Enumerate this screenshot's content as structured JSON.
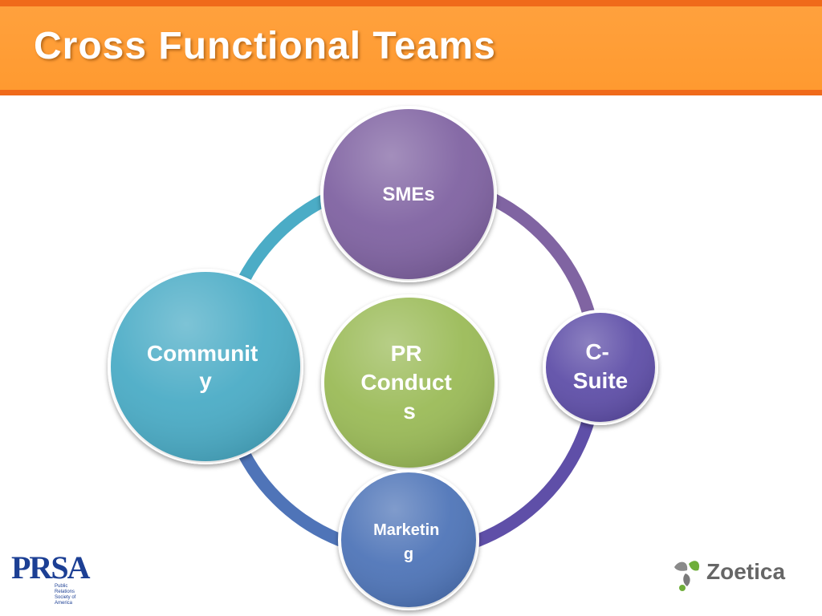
{
  "title": "Cross Functional Teams",
  "diagram": {
    "center": {
      "label_lines": [
        "PR",
        "Conduct",
        "s"
      ],
      "color": "#9bbb59"
    },
    "nodes": [
      {
        "id": "smes",
        "label_lines": [
          "SMEs"
        ],
        "color": "#8064a2"
      },
      {
        "id": "c-suite",
        "label_lines": [
          "C-",
          "Suite"
        ],
        "color": "#5f4fa8"
      },
      {
        "id": "marketing",
        "label_lines": [
          "Marketin",
          "g"
        ],
        "color": "#4f74b8"
      },
      {
        "id": "community",
        "label_lines": [
          "Communit",
          "y"
        ],
        "color": "#4bacc6"
      }
    ],
    "ring_colors": [
      "#4bacc6",
      "#8064a2",
      "#5f4fa8",
      "#4f74b8"
    ]
  },
  "logos": {
    "prsa": {
      "letters": "PRSA",
      "sub_lines": [
        "Public",
        "Relations",
        "Society of",
        "America"
      ],
      "color": "#1c3f94"
    },
    "zoetica": {
      "name": "Zoetica",
      "icon": "zoetica-leaf-icon"
    }
  }
}
